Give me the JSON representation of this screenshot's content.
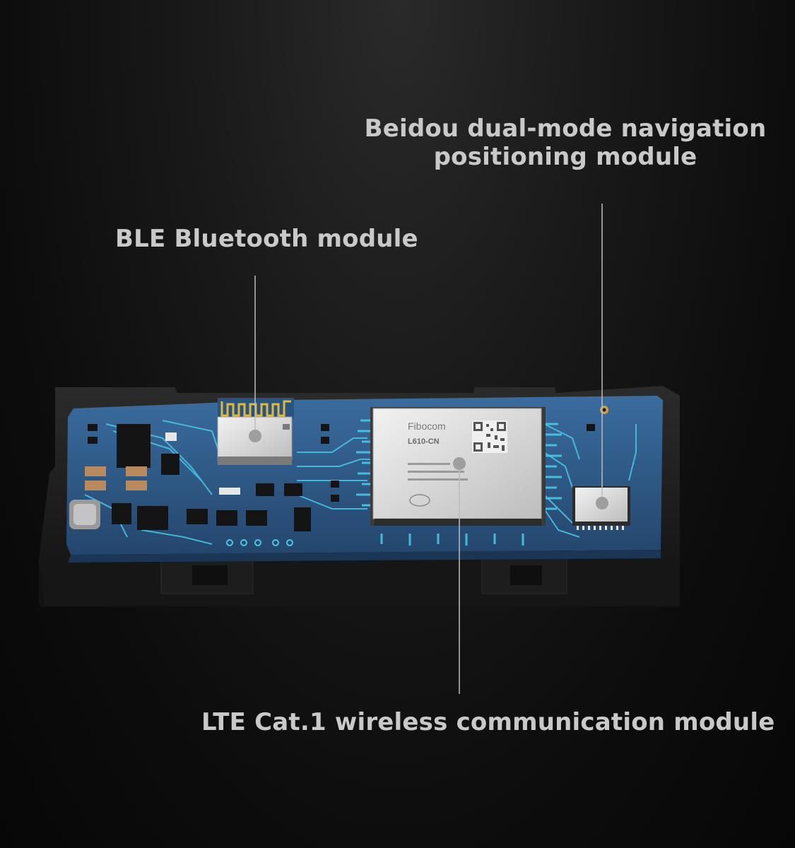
{
  "labels": {
    "ble": "BLE Bluetooth module",
    "beidou_line1": "Beidou dual-mode navigation",
    "beidou_line2": "positioning module",
    "lte": "LTE Cat.1 wireless communication module"
  },
  "chip": {
    "brand": "Fibocom",
    "model": "L610-CN"
  },
  "colors": {
    "background": "#0d0d0d",
    "pcb_blue": "#2f5c8c",
    "trace_cyan": "#48c8e8",
    "label_gray": "#c9c9c9",
    "module_silver": "#d9d9d9"
  }
}
